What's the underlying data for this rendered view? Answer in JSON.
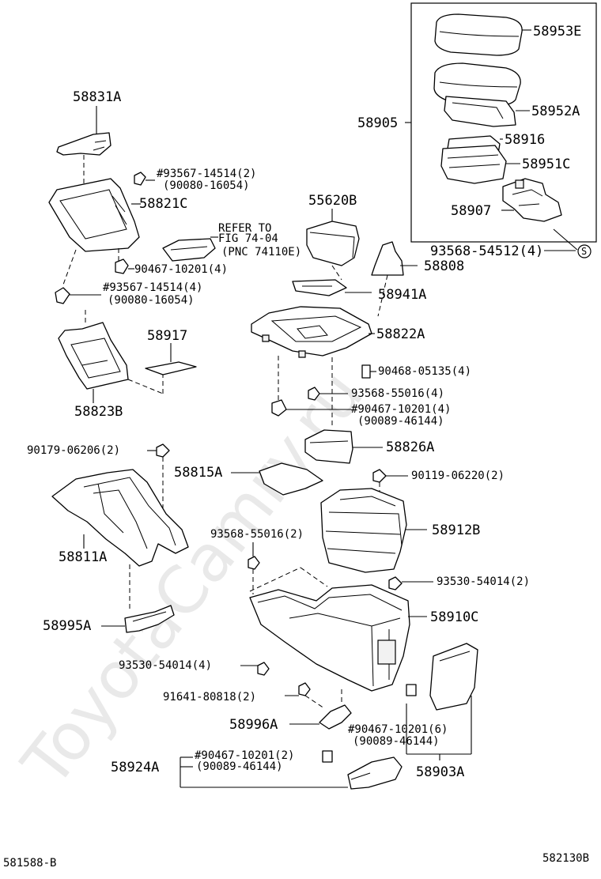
{
  "watermark": "ToyotaCamry.ru",
  "footer": {
    "left_code": "581588-B",
    "right_code": "582130B"
  },
  "callouts": {
    "p58953E": "58953E",
    "p58905": "58905",
    "p58952A": "58952A",
    "p58916": "58916",
    "p58951C": "58951C",
    "p58907": "58907",
    "p93568_54512": "93568-54512(4)",
    "s_mark": "S",
    "p58831A": "58831A",
    "p93567_14514_2": "#93567-14514(2)",
    "p90080_16054": "(90080-16054)",
    "p58821C": "58821C",
    "refer_1": "REFER TO",
    "refer_2": "FIG 74-04",
    "refer_3": "(PNC 74110E)",
    "p55620B": "55620B",
    "p58808": "58808",
    "p90467_10201_4a": "90467-10201(4)",
    "p93567_14514_4": "#93567-14514(4)",
    "p90080_16054_b": "(90080-16054)",
    "p58941A": "58941A",
    "p58917": "58917",
    "p58822A": "58822A",
    "p90468_05135": "90468-05135(4)",
    "p93568_55016_4": "93568-55016(4)",
    "p90467_10201_4b": "#90467-10201(4)",
    "p90089_46144_a": "(90089-46144)",
    "p58823B": "58823B",
    "p90179_06206": "90179-06206(2)",
    "p58826A": "58826A",
    "p58815A": "58815A",
    "p90119_06220": "90119-06220(2)",
    "p93568_55016_2": "93568-55016(2)",
    "p58912B": "58912B",
    "p58811A": "58811A",
    "p93530_54014_2": "93530-54014(2)",
    "p58995A": "58995A",
    "p58910C": "58910C",
    "p93530_54014_4": "93530-54014(4)",
    "p91641_80818": "91641-80818(2)",
    "p58996A": "58996A",
    "p90467_10201_6": "#90467-10201(6)",
    "p90089_46144_b": "(90089-46144)",
    "p58924A": "58924A",
    "p90467_10201_2": "#90467-10201(2)",
    "p90089_46144_c": "(90089-46144)",
    "p58903A": "58903A"
  }
}
